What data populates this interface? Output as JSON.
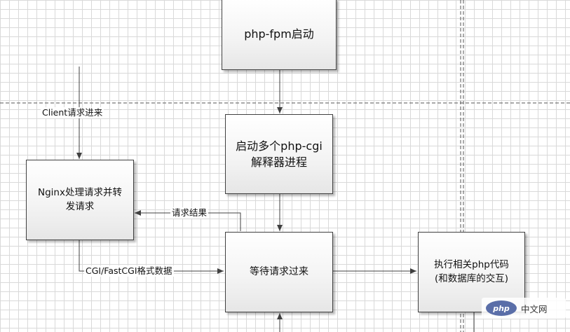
{
  "nodes": {
    "fpm_start": "php-fpm启动",
    "multi_cgi": [
      "启动多个php-cgi",
      "解释器进程"
    ],
    "nginx": [
      "Nginx处理请求并转",
      "发请求"
    ],
    "wait": "等待请求过来",
    "execute": [
      "执行相关php代码",
      "(和数据库的交互)"
    ]
  },
  "edge_labels": {
    "client_in": "Client请求进来",
    "result": "请求结果",
    "cgi_data": "CGI/FastCGI格式数据"
  },
  "watermark": {
    "logo": "php",
    "site": "中文网"
  },
  "colors": {
    "line": "#404040",
    "grid": "#d9d9d9",
    "box_edge": "#404040"
  }
}
